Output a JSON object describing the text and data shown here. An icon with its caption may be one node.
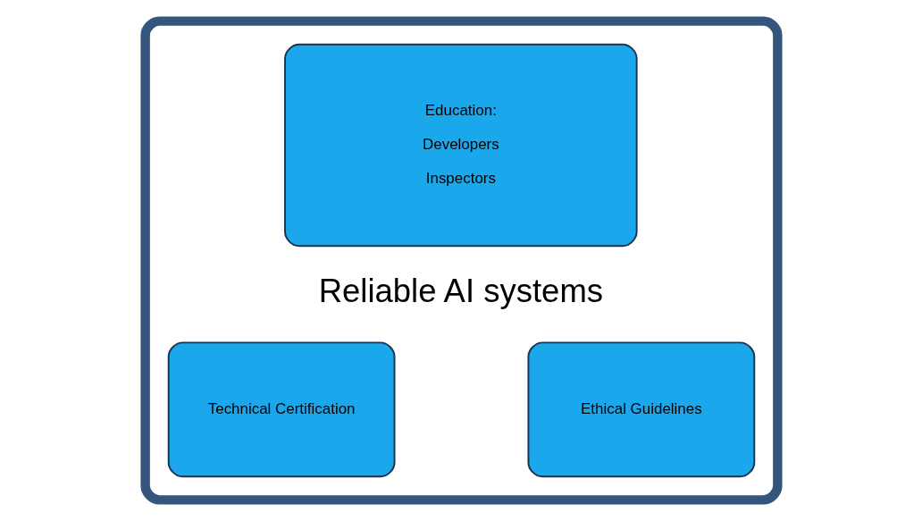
{
  "diagram": {
    "nodes": [
      {
        "text": [],
        "shape": "box"
      },
      {
        "text": [
          "Education:",
          "Developers",
          "Inspectors"
        ],
        "in": 0
      },
      {
        "text": [
          "Technical Certification"
        ],
        "in": 0
      },
      {
        "text": [
          "Ethical Guidelines"
        ],
        "in": 0
      }
    ],
    "edges": [],
    "labels": [
      "Reliable AI systems"
    ]
  }
}
